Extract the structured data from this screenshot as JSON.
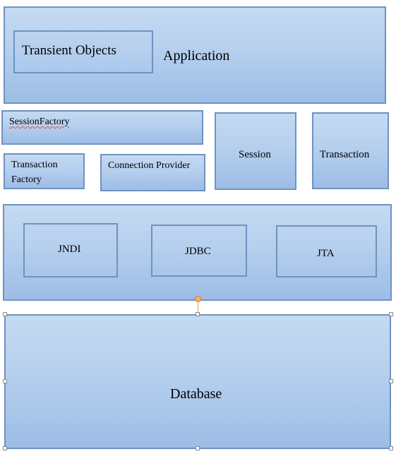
{
  "application": {
    "label": "Application",
    "transient_objects": "Transient Objects"
  },
  "hibernate_layer": {
    "session_factory": "SessionFactory",
    "transaction_factory_line1": "Transaction",
    "transaction_factory_line2": "Factory",
    "connection_provider": "Connection Provider",
    "session": "Session",
    "transaction": "Transaction"
  },
  "java_apis": {
    "jndi": "JNDI",
    "jdbc": "JDBC",
    "jta": "JTA"
  },
  "database": {
    "label": "Database"
  },
  "colors": {
    "box_fill_top": "#c5daf2",
    "box_fill_bottom": "#9dbde6",
    "box_border": "#6f92c0",
    "selection_handle_rotate": "#f7b26b"
  }
}
